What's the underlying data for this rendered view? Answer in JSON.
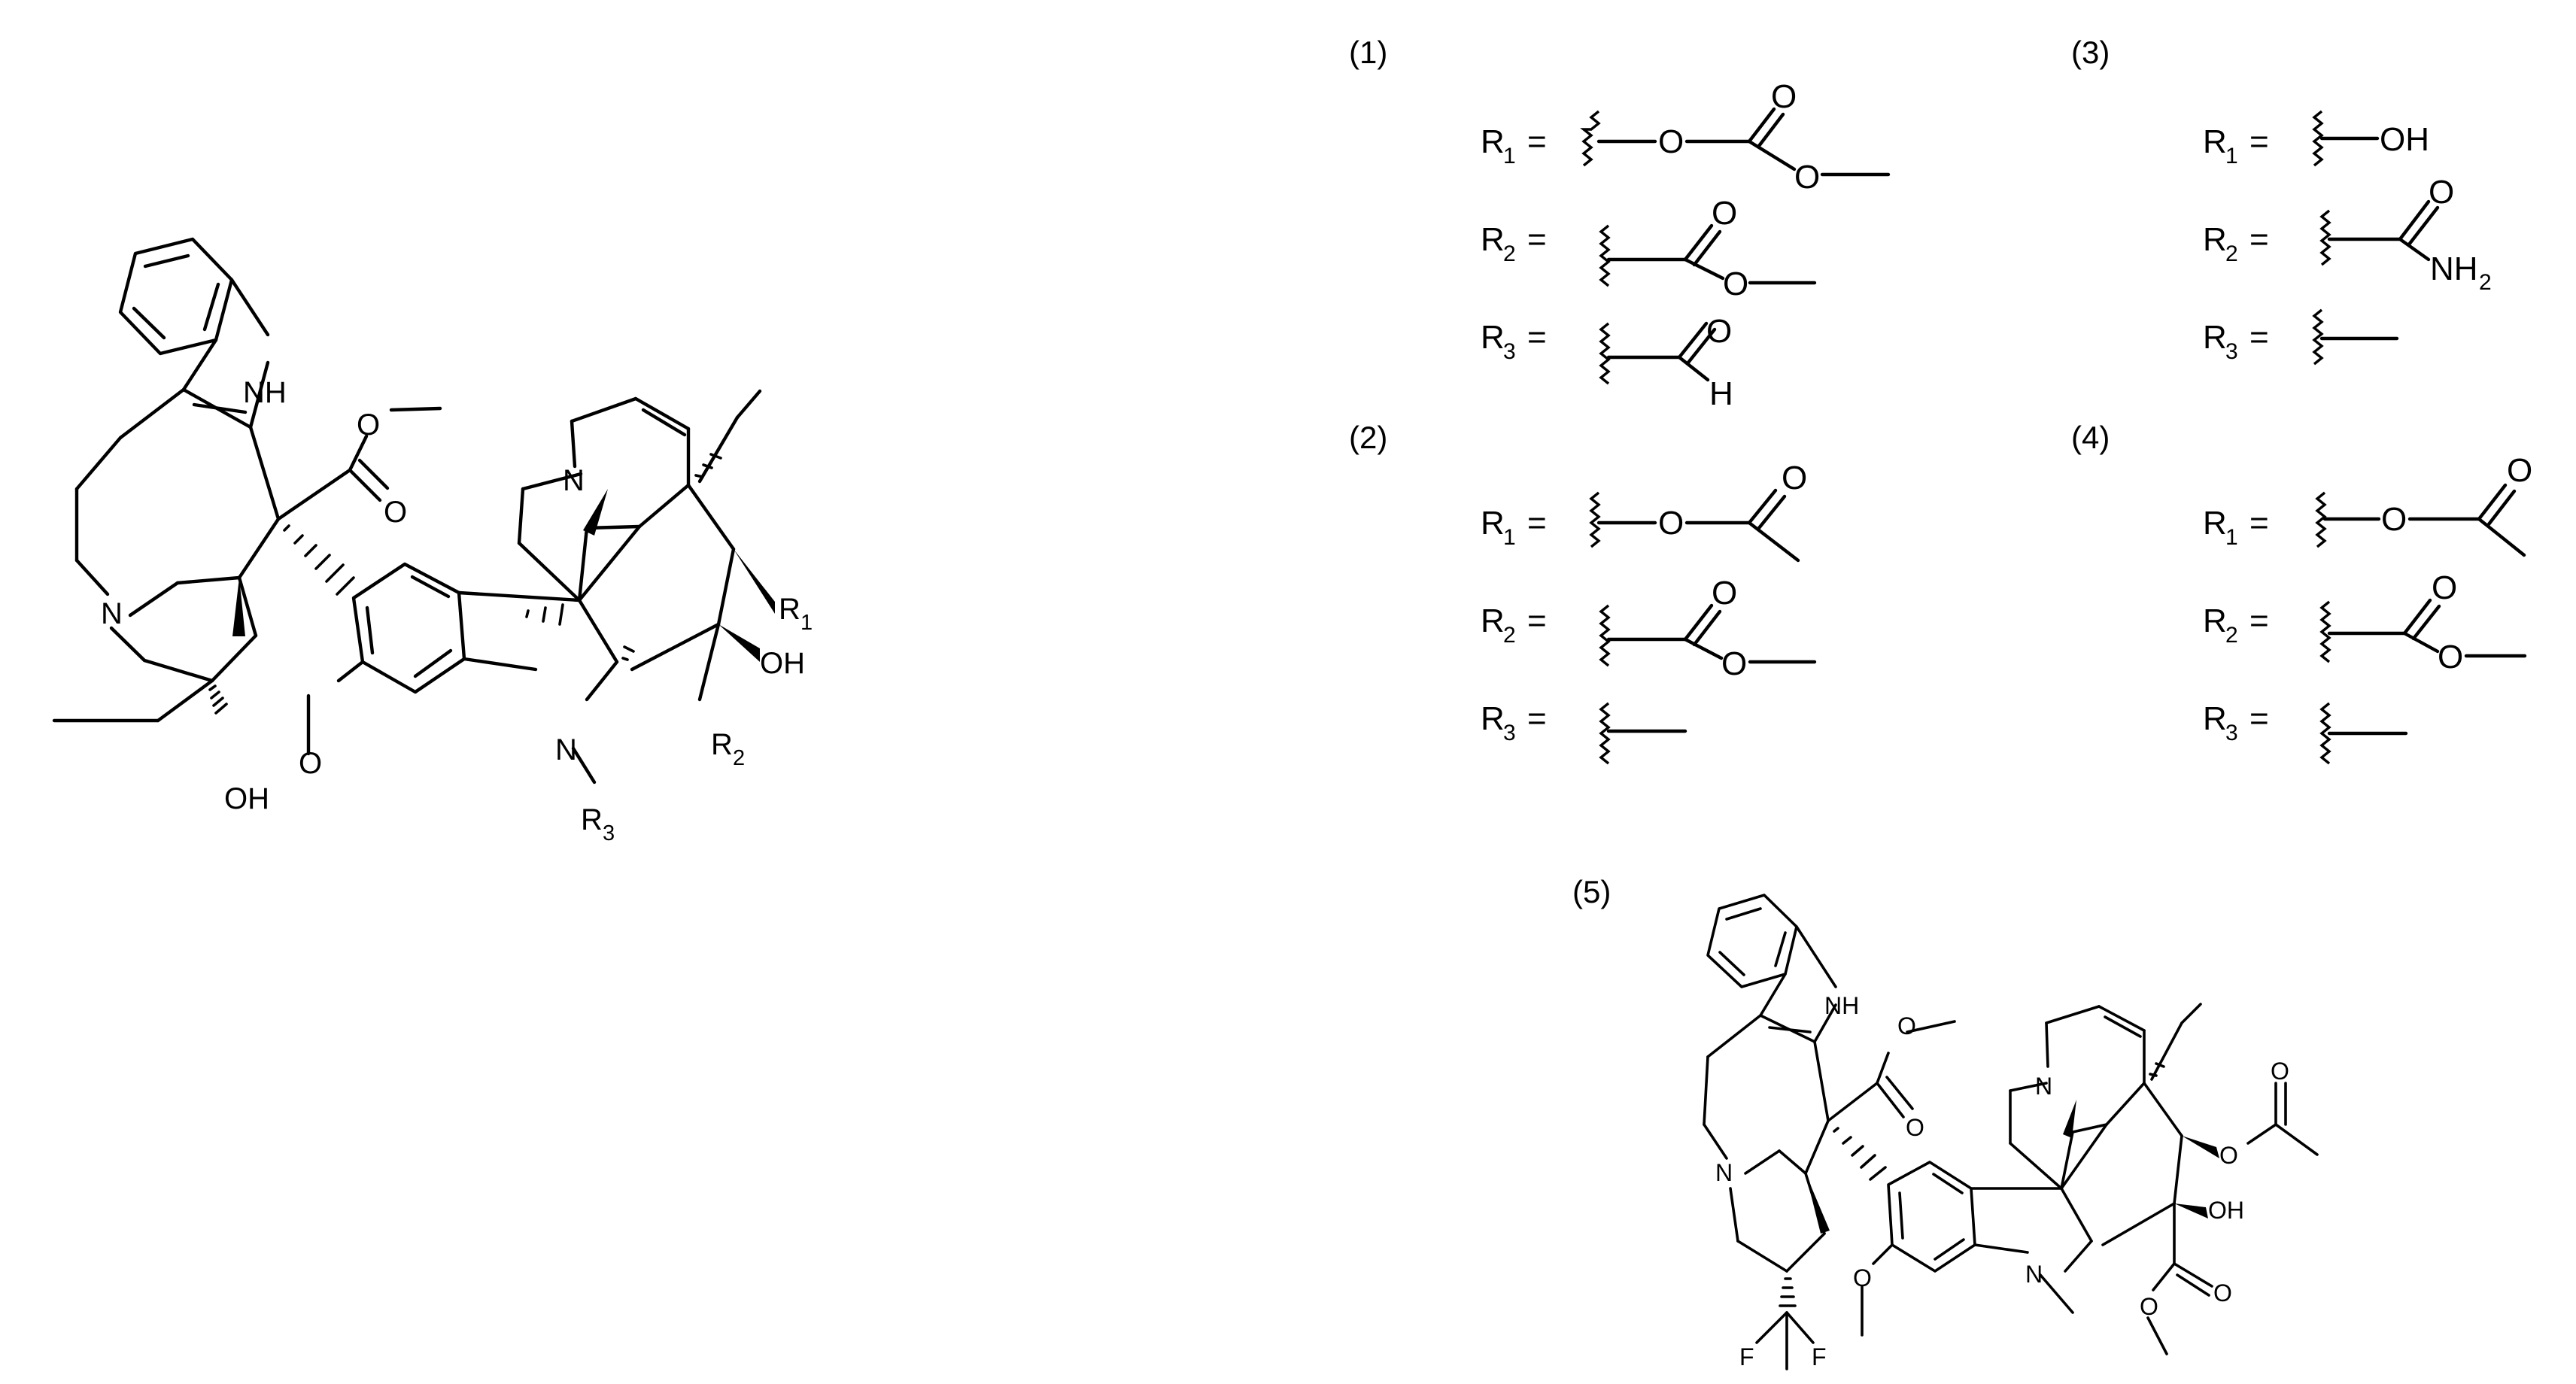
{
  "main_structure": {
    "atoms": {
      "indole_nh": "NH",
      "ester_o_top": "O",
      "ester_o_bottom": "O",
      "top_n": "N",
      "left_n": "N",
      "hydroxyl_left": "OH",
      "hydroxyl_right": "OH",
      "indoline_n": "N",
      "methoxy_o": "O"
    },
    "r_labels": {
      "r1": {
        "letter": "R",
        "index": "1"
      },
      "r2": {
        "letter": "R",
        "index": "2"
      },
      "r3": {
        "letter": "R",
        "index": "3"
      }
    }
  },
  "compounds": [
    {
      "label": "(1)",
      "rows": [
        {
          "r": "R",
          "index": "1",
          "eq": "=",
          "atoms": [
            "O",
            "O",
            "O"
          ]
        },
        {
          "r": "R",
          "index": "2",
          "eq": "=",
          "atoms": [
            "O",
            "O"
          ]
        },
        {
          "r": "R",
          "index": "3",
          "eq": "=",
          "atoms": [
            "O",
            "H"
          ]
        }
      ]
    },
    {
      "label": "(2)",
      "rows": [
        {
          "r": "R",
          "index": "1",
          "eq": "=",
          "atoms": [
            "O",
            "O"
          ]
        },
        {
          "r": "R",
          "index": "2",
          "eq": "=",
          "atoms": [
            "O",
            "O"
          ]
        },
        {
          "r": "R",
          "index": "3",
          "eq": "=",
          "atoms": []
        }
      ]
    },
    {
      "label": "(3)",
      "rows": [
        {
          "r": "R",
          "index": "1",
          "eq": "=",
          "atoms": [
            "OH"
          ]
        },
        {
          "r": "R",
          "index": "2",
          "eq": "=",
          "atoms": [
            "O",
            "NH",
            "2"
          ]
        },
        {
          "r": "R",
          "index": "3",
          "eq": "=",
          "atoms": []
        }
      ]
    },
    {
      "label": "(4)",
      "rows": [
        {
          "r": "R",
          "index": "1",
          "eq": "=",
          "atoms": [
            "O",
            "O"
          ]
        },
        {
          "r": "R",
          "index": "2",
          "eq": "=",
          "atoms": [
            "O",
            "O"
          ]
        },
        {
          "r": "R",
          "index": "3",
          "eq": "=",
          "atoms": []
        }
      ]
    }
  ],
  "compound5": {
    "label": "(5)",
    "atoms": {
      "indole_nh": "NH",
      "ester_o_top": "O",
      "ester_o_bottom": "O",
      "top_n": "N",
      "left_n": "N",
      "acetate_o_chain": "O",
      "acetate_o_carbonyl": "O",
      "hydroxyl": "OH",
      "indoline_n": "N",
      "methoxy_o": "O",
      "ester2_o_carbonyl": "O",
      "ester2_o_ether": "O",
      "f_left": "F",
      "f_right": "F"
    }
  }
}
